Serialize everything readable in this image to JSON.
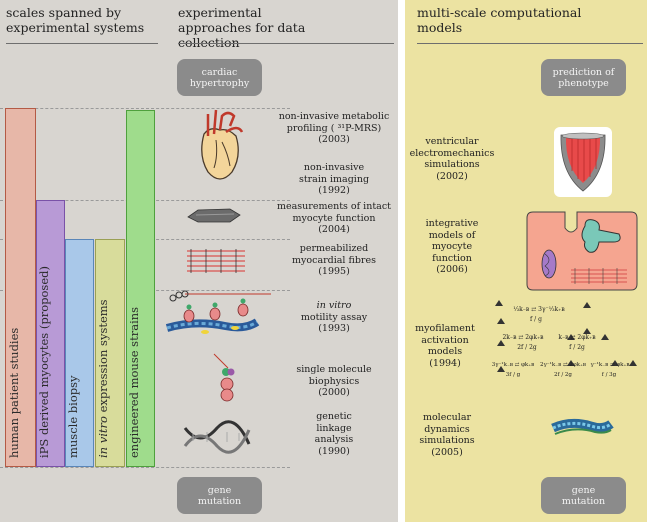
{
  "headers": {
    "left": "scales spanned by experimental systems",
    "middle": "experimental approaches for data collection",
    "right": "multi-scale computational models"
  },
  "pills": {
    "top_left": "cardiac hypertrophy",
    "bottom_left": "gene mutation",
    "top_right": "prediction of phenotype",
    "bottom_right": "gene mutation"
  },
  "systems": [
    {
      "label": "human patient studies",
      "color": "#e7b7a8",
      "border": "#b45a45"
    },
    {
      "label": "iPS derived myocytes (proposed)",
      "color": "#b89ad6",
      "border": "#7a52a8"
    },
    {
      "label": "muscle biopsy",
      "color": "#a9c8e9",
      "border": "#5a86b8"
    },
    {
      "label_italic": "in vitro",
      "label": " expression systems",
      "color": "#d8dc9b",
      "border": "#9aa054"
    },
    {
      "label": "engineered mouse strains",
      "color": "#9fdc8c",
      "border": "#4fa03d"
    }
  ],
  "approaches": [
    {
      "lines": [
        "non-invasive metabolic",
        "profiling ( ³¹P-MRS)",
        "(2003)"
      ]
    },
    {
      "lines": [
        "non-invasive",
        "strain imaging",
        "(1992)"
      ]
    },
    {
      "lines": [
        "measurements of intact",
        "myocyte function",
        "(2004)"
      ]
    },
    {
      "lines": [
        "permeabilized",
        "myocardial fibres",
        "(1995)"
      ]
    },
    {
      "lines": [
        "in vitro",
        "motility assay",
        "(1993)"
      ],
      "italic_first": true
    },
    {
      "lines": [
        "single molecule",
        "biophysics",
        "(2000)"
      ]
    },
    {
      "lines": [
        "genetic",
        "linkage",
        "analysis",
        "(1990)"
      ]
    }
  ],
  "models": [
    {
      "lines": [
        "ventricular",
        "electromechanics",
        "simulations",
        "(2002)"
      ]
    },
    {
      "lines": [
        "integrative",
        "models of",
        "myocyte",
        "function",
        "(2006)"
      ]
    },
    {
      "lines": [
        "myofilament",
        "activation",
        "models",
        "(1994)"
      ]
    },
    {
      "lines": [
        "molecular",
        "dynamics",
        "simulations",
        "(2005)"
      ]
    }
  ],
  "equations": {
    "row1": "¹⁄₃k₋ʙ ⇄ 3γ⁻¹⁄₃k₊ʙ",
    "row1_frac": "f / g",
    "row2a": "2k₋ʙ ⇄ 2φk₊ʙ",
    "row2b": "k₋ʙ ⇄ 2φk₊ʙ",
    "row2_frac": [
      "2f / 2g",
      "f / 2g"
    ],
    "row3a": "3γ⁻¹k₋ʙ ⇄ φk₊ʙ",
    "row3b": "2γ⁻¹k₋ʙ ⇄ 2φk₊ʙ",
    "row3c": "γ⁻¹k₋ʙ ⇄ φk₊ʙ",
    "row3_frac": [
      "3f / g",
      "2f / 2g",
      "f / 3g"
    ]
  }
}
